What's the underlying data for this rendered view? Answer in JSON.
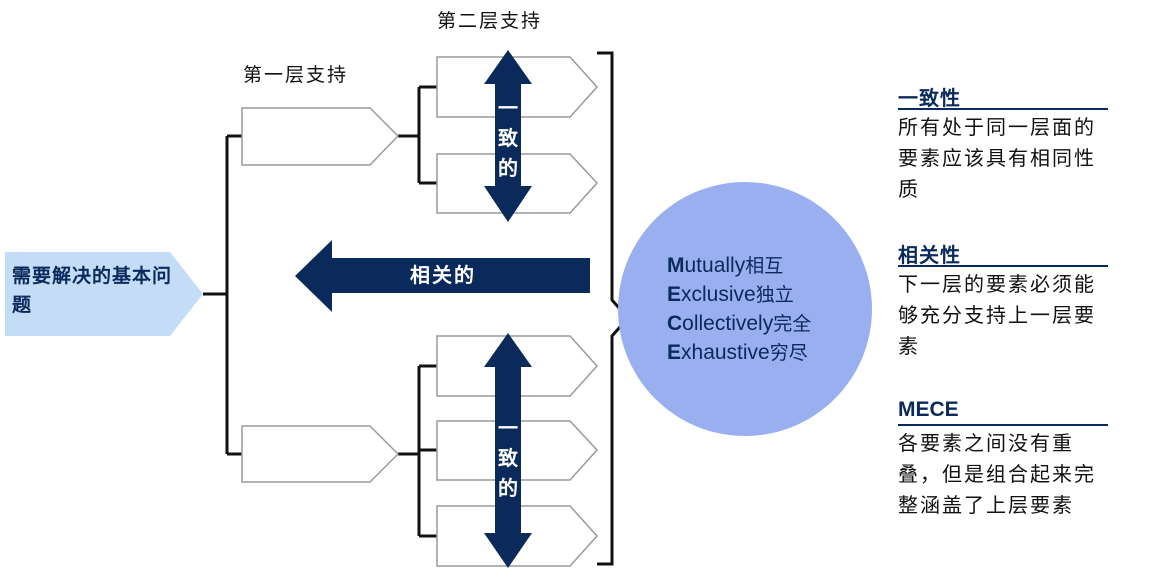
{
  "labels": {
    "layer1": "第一层支持",
    "layer2": "第二层支持",
    "root": "需要解决的基本问题",
    "consistent_top": "一致的",
    "consistent_bottom": "一致的",
    "related": "相关的"
  },
  "mece_circle": {
    "lines": [
      {
        "initial": "M",
        "rest": "utually",
        "cn": "相互"
      },
      {
        "initial": "E",
        "rest": "xclusive",
        "cn": "独立"
      },
      {
        "initial": "C",
        "rest": "ollectively",
        "cn": "完全"
      },
      {
        "initial": "E",
        "rest": "xhaustive",
        "cn": "穷尽"
      }
    ]
  },
  "side_notes": [
    {
      "title": "一致性",
      "body": "所有处于同一层面的要素应该具有相同性质"
    },
    {
      "title": "相关性",
      "body": "下一层的要素必须能够充分支持上一层要素"
    },
    {
      "title": "MECE",
      "body": "各要素之间没有重叠，但是组合起来完整涵盖了上层要素"
    }
  ],
  "colors": {
    "navy": "#0a2a5c",
    "root_fill": "#c5dcf7",
    "circle_fill": "#9aaff0",
    "box_stroke": "#9a9a9a",
    "line": "#111111"
  }
}
